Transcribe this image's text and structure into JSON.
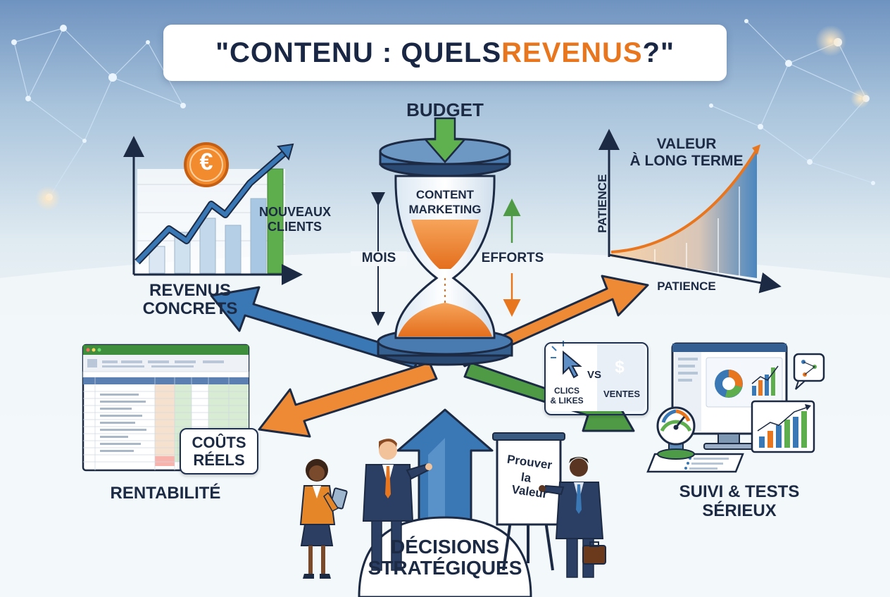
{
  "title": {
    "prefix": "\"CONTENU : QUELS ",
    "highlight": "REVENUS",
    "suffix": " ?\""
  },
  "hourglass": {
    "top_label": "BUDGET",
    "inner_label_1": "CONTENT",
    "inner_label_2": "MARKETING",
    "left_label": "MOIS",
    "right_label": "EFFORTS"
  },
  "left_chart": {
    "currency_symbol": "€",
    "label_1": "NOUVEAUX",
    "label_2": "CLIENTS",
    "caption_1": "REVENUS",
    "caption_2": "CONCRETS"
  },
  "right_chart": {
    "title_1": "VALEUR",
    "title_2": "À LONG TERME",
    "ylabel": "PATIENCE",
    "xlabel": "PATIENCE"
  },
  "spreadsheet": {
    "badge_1": "COÛTS",
    "badge_2": "RÉELS",
    "caption": "RENTABILITÉ"
  },
  "compare_card": {
    "left_1": "CLICS",
    "left_2": "& LIKES",
    "vs": "VS",
    "dollar": "$",
    "right": "VENTES"
  },
  "tracking": {
    "caption_1": "SUIVI & TESTS",
    "caption_2": "SÉRIEUX"
  },
  "flipchart": {
    "line_1": "Prouver",
    "line_2": "la",
    "line_3": "Valeur"
  },
  "bottom": {
    "caption_1": "DÉCISIONS",
    "caption_2": "STRATÉGIQUES"
  },
  "colors": {
    "navy": "#1c2a44",
    "orange": "#e8761f",
    "blue": "#3a78b5",
    "green": "#4f9a45",
    "network": "#cfe4f7"
  },
  "icons": [
    "network-background",
    "euro-coin-icon",
    "hourglass-icon",
    "cursor-icon",
    "dollar-coin-icon",
    "spreadsheet-icon",
    "dashboard-monitor-icon",
    "gauge-icon",
    "flipchart-icon",
    "briefcase-icon",
    "tablet-icon"
  ]
}
